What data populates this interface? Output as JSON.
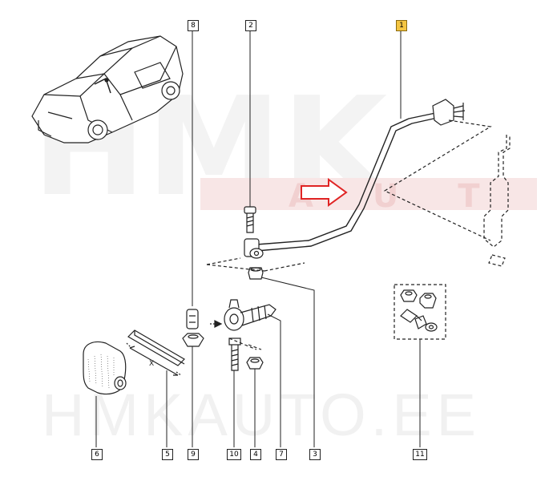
{
  "watermark": {
    "big_letters": "HMK",
    "auto_letters": "A U T O",
    "bottom_text": "HMKAUTO.EE"
  },
  "dimension_label": "X",
  "callouts": [
    "1",
    "2",
    "3",
    "4",
    "5",
    "6",
    "7",
    "8",
    "9",
    "10",
    "11"
  ],
  "highlight_callout": "1",
  "colors": {
    "highlight": "#f4c542",
    "arrow": "#e02424",
    "line": "#222222",
    "watermark_light": "#f2f2f2",
    "watermark_red": "#f6e3e3"
  }
}
